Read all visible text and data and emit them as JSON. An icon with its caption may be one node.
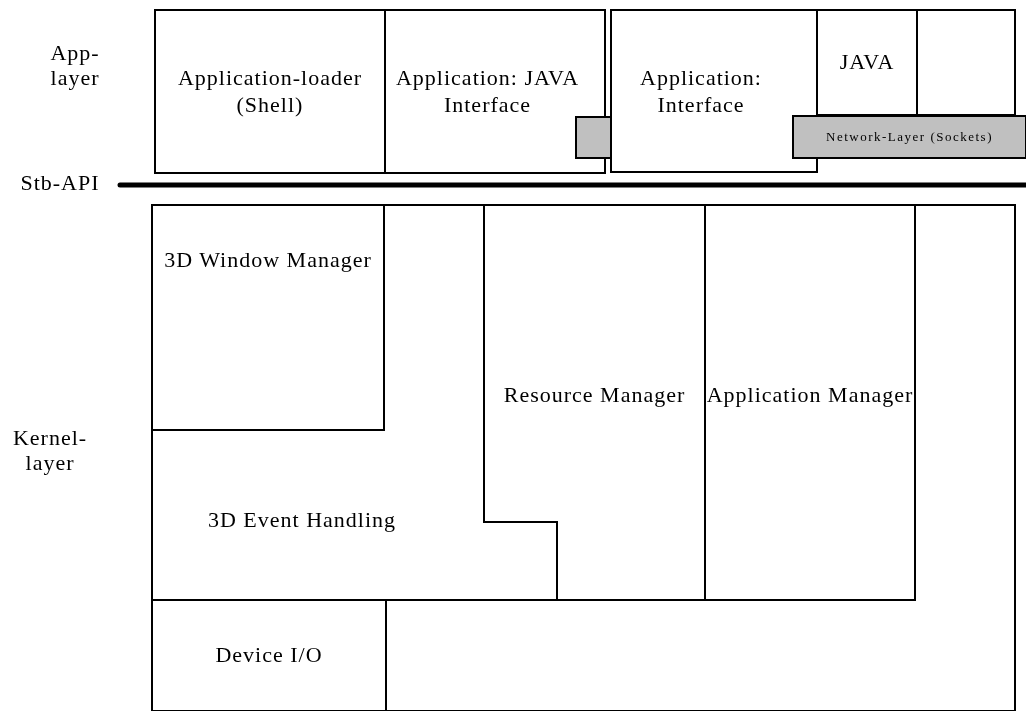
{
  "diagram": {
    "nodes": [
      {
        "text": [
          "Application-loader (Shell)"
        ]
      },
      {
        "text": [
          "Application: JAVA Interface"
        ]
      },
      {
        "text": [],
        "shape": "box",
        "in": 1
      },
      {
        "text": [
          "Application: Interface"
        ]
      },
      {
        "text": [
          "JAVA"
        ]
      },
      {
        "text": [],
        "shape": "box"
      },
      {
        "text": [
          "Network-Layer (Sockets)"
        ]
      },
      {
        "text": [
          "3D Window Manager"
        ]
      },
      {
        "text": [
          "Resource Manager"
        ]
      },
      {
        "text": [
          "Application Manager"
        ]
      },
      {
        "text": [
          "3D Event Handling"
        ]
      },
      {
        "text": [
          "Device I/O"
        ]
      },
      {
        "text": [],
        "shape": "box"
      }
    ],
    "edges": [],
    "labels": [
      "App- layer",
      "Stb-API",
      "Kernel- layer"
    ]
  }
}
